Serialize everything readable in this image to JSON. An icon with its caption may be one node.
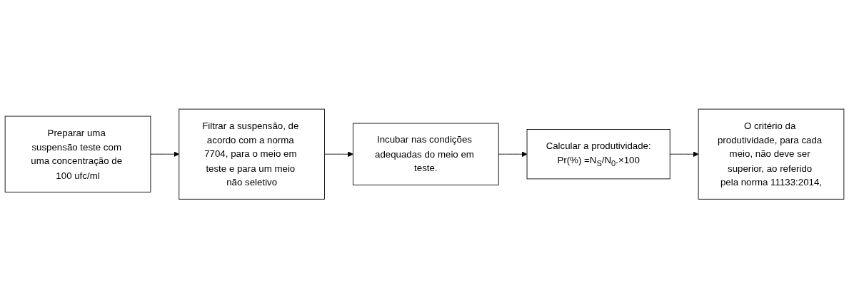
{
  "diagram": {
    "nodes": [
      {
        "text": [
          "Preparar uma suspensão teste com uma concentração de 100 ufc/ml"
        ]
      },
      {
        "text": [
          "Filtrar a suspensão, de acordo com a norma 7704, para o meio em teste e para um meio não seletivo"
        ]
      },
      {
        "text": [
          "Incubar nas condições adequadas do meio em teste."
        ]
      },
      {
        "text": [
          "Calcular a produtividade:",
          "Pr(%) =N$_{S}$/N$_{0}$.×100"
        ]
      },
      {
        "text": [
          "O critério da produtividade, para cada meio, não deve ser superior, ao referido pela norma 11133:2014,"
        ]
      }
    ],
    "edges": [
      {
        "from": 0,
        "to": 1,
        "arrow": "to"
      },
      {
        "from": 1,
        "to": 2,
        "arrow": "to"
      },
      {
        "from": 2,
        "to": 3,
        "arrow": "to"
      },
      {
        "from": 3,
        "to": 4,
        "arrow": "to"
      }
    ]
  }
}
